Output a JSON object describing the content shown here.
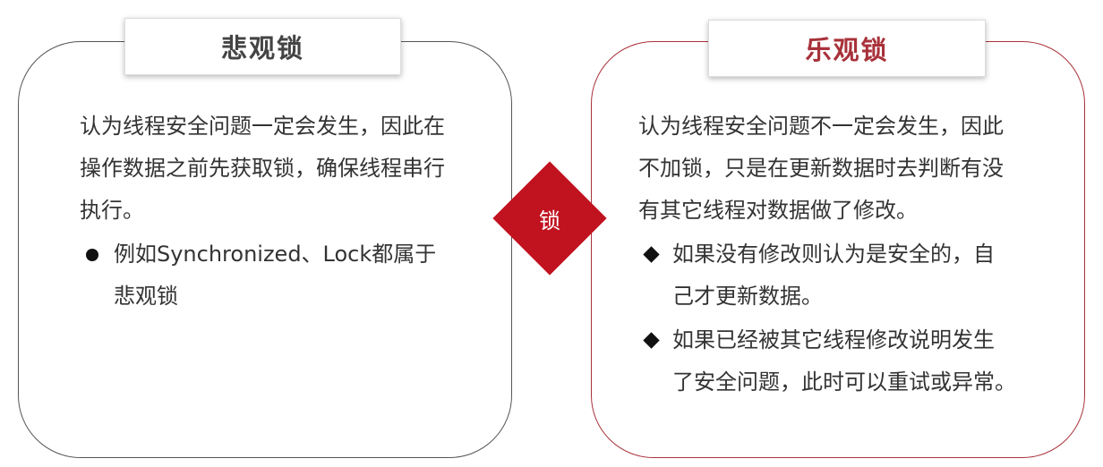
{
  "left": {
    "title": "悲观锁",
    "paragraph": [
      "认为线程安全问题一定会发生，因此在",
      "操作数据之前先获取锁，确保线程串行",
      "执行。"
    ],
    "bullets": [
      {
        "lines": [
          "例如Synchronized、Lock都属于",
          "悲观锁"
        ]
      }
    ]
  },
  "right": {
    "title": "乐观锁",
    "paragraph": [
      "认为线程安全问题不一定会发生，因此",
      "不加锁，只是在更新数据时去判断有没",
      "有其它线程对数据做了修改。"
    ],
    "bullets": [
      {
        "lines": [
          "如果没有修改则认为是安全的，自",
          "己才更新数据。"
        ]
      },
      {
        "lines": [
          "如果已经被其它线程修改说明发生",
          "了安全问题，此时可以重试或异常。"
        ]
      }
    ]
  },
  "center": {
    "label": "锁"
  },
  "colors": {
    "accent": "#a8323a",
    "diamond": "#c1121f",
    "left_border": "#555555"
  },
  "icons": {
    "left_bullet": "bullet-dot-icon",
    "right_bullet": "diamond-bullet-icon"
  }
}
